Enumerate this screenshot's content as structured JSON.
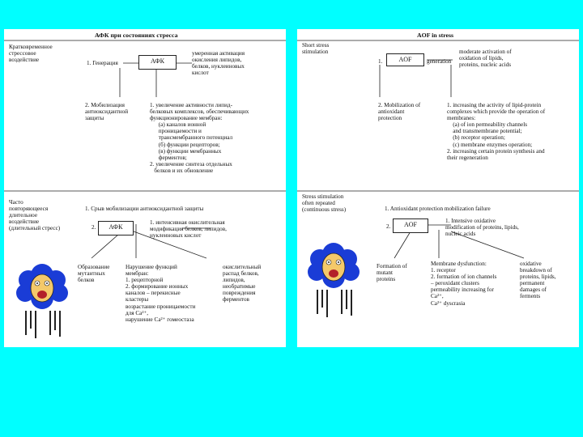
{
  "left": {
    "title": "АФК при состояниях стресса",
    "short_label": "Кратковременное\nстрессовое\nвоздействие",
    "generation_step": "1. Генерация",
    "afk_box": "АФК",
    "oxidation_text": "умеренная активация\nокисления липидов,\nбелков, нуклеиновых\nкислот",
    "mobilization_step": "2. Мобилизация\nантиоксидантной\nзащиты",
    "increase_text": "1. увеличение активности липид-\nбелковых комплексов, обеспечивающих\nфункционирование мембран:\n      (а) каналов ионной\n      проницаемости и\n      трансмембранного потенциал\n      (б) функции рецепторов;\n      (в) функции мембранных\n      ферментов;\n2. увеличение синтеза отдельных\n   белков и их обновление",
    "repeated_label": "Часто\nповторяющееся\nдлительное\nвоздействие\n(длительный стресс)",
    "failure_text": "1. Срыв мобилизации антиоксидантной защиты",
    "step2": "2.",
    "afk_box2": "АФК",
    "intensive_text": "1. интенсивная окислительная\nмодификация белков, липидов,\nнуклеиновых кислот",
    "col1": "Образование\nмутантных\nбелков",
    "col2": "Нарушение функций\nмембран:\n1. рецепторной\n2. формирование ионных\nканалов – перекисные\nкластеры\nвозрастание проницаемости\nдля Ca²⁺,\nнарушение Ca²⁺ гомеостаза",
    "col3": "окислительный\nраспад белков,\nлипидов,\nнеобратимые\nповреждения\nферментов"
  },
  "right": {
    "title": "AOF in stress",
    "short_label": "Short stress\nstimulation",
    "step1": "1.",
    "aof_box": "AOF",
    "generation": "generation",
    "oxidation_text": "moderate activation of\noxidation of lipids,\nproteins, nucleic acids",
    "mobilization_step": "2. Mobilization of\nantioxidant\nprotection",
    "increase_text": "1. increasing the activity of lipid-protein\ncomplexes which provide the operation of\nmembranes:\n    (a) of ion permeability channels\n    and transmembrane potential;\n    (b) receptor operation;\n    (c) membrane enzymes operation;\n2. increasing certain protein synthesis and\ntheir regeneration",
    "repeated_label": "Stress stimulation\noften repeated\n(continuous stress)",
    "failure_text": "1. Antioxidant protection mobilization failure",
    "step2": "2.",
    "aof_box2": "AOF",
    "intensive_text": "1. Intensive oxidative\nmodification of proteins, lipids,\nnucleic acids",
    "col1": "Formation of\nmutant\nproteins",
    "col2": "Membrane dysfunction:\n1. receptor\n2. formation of ion channels\n– peroxidant clusters\npermeability increasing for\nCa²⁺,\nCa²⁺ dyscrasia",
    "col3": "oxidative\nbreakdown of\nproteins, lipids,\npermanent\ndamages of\nferments"
  },
  "colors": {
    "background": "#00ffff",
    "panel": "#ffffff",
    "cloud": "#1a3cd6"
  },
  "icons": [
    "cloud-face-icon"
  ]
}
